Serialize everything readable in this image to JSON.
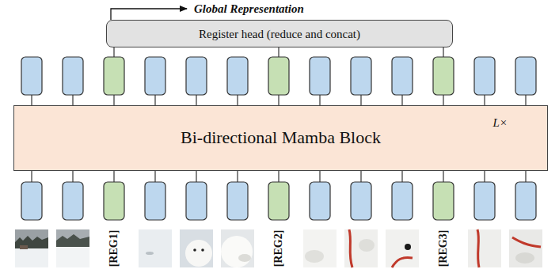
{
  "diagram": {
    "nodes": [
      {
        "text": [
          "Register head (reduce and concat)"
        ]
      },
      {
        "text": [
          "Bi-directional Mamba Block",
          "L×"
        ]
      }
    ],
    "labels": [
      "Global Representation",
      "[REG1]",
      "[REG2]",
      "[REG3]"
    ]
  }
}
